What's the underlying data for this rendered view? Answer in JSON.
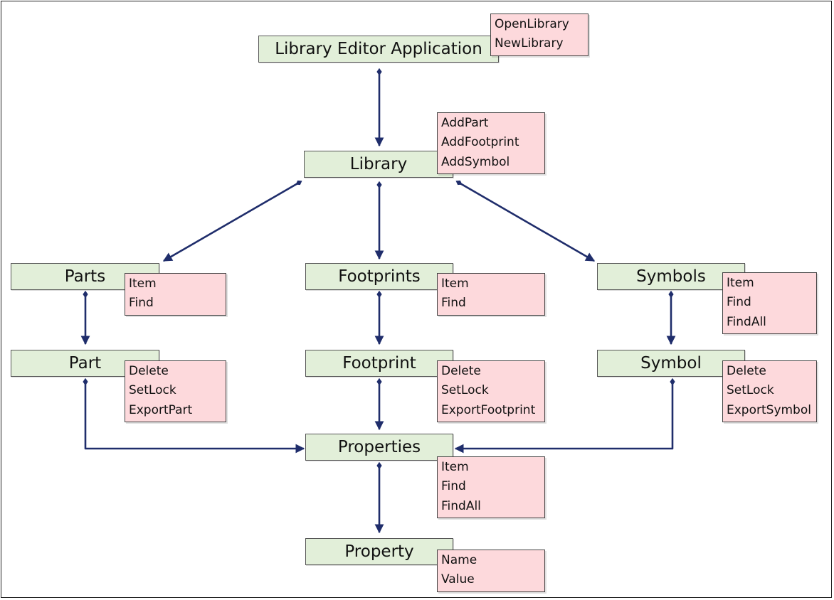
{
  "colors": {
    "node_fill": "#e2efd9",
    "method_fill": "#fdd9dc",
    "connector": "#1f2d6b"
  },
  "nodes": {
    "app": {
      "label": "Library Editor Application",
      "methods": [
        "OpenLibrary",
        "NewLibrary"
      ]
    },
    "library": {
      "label": "Library",
      "methods": [
        "AddPart",
        "AddFootprint",
        "AddSymbol"
      ]
    },
    "parts": {
      "label": "Parts",
      "methods": [
        "Item",
        "Find"
      ]
    },
    "footprints": {
      "label": "Footprints",
      "methods": [
        "Item",
        "Find"
      ]
    },
    "symbols": {
      "label": "Symbols",
      "methods": [
        "Item",
        "Find",
        "FindAll"
      ]
    },
    "part": {
      "label": "Part",
      "methods": [
        "Delete",
        "SetLock",
        "ExportPart"
      ]
    },
    "footprint": {
      "label": "Footprint",
      "methods": [
        "Delete",
        "SetLock",
        "ExportFootprint"
      ]
    },
    "symbol": {
      "label": "Symbol",
      "methods": [
        "Delete",
        "SetLock",
        "ExportSymbol"
      ]
    },
    "properties": {
      "label": "Properties",
      "methods": [
        "Item",
        "Find",
        "FindAll"
      ]
    },
    "property": {
      "label": "Property",
      "methods": [
        "Name",
        "Value"
      ]
    }
  },
  "connections": [
    {
      "from": "app",
      "to": "library"
    },
    {
      "from": "library",
      "to": "parts"
    },
    {
      "from": "library",
      "to": "footprints"
    },
    {
      "from": "library",
      "to": "symbols"
    },
    {
      "from": "parts",
      "to": "part"
    },
    {
      "from": "footprints",
      "to": "footprint"
    },
    {
      "from": "symbols",
      "to": "symbol"
    },
    {
      "from": "part",
      "to": "properties"
    },
    {
      "from": "footprint",
      "to": "properties"
    },
    {
      "from": "symbol",
      "to": "properties"
    },
    {
      "from": "properties",
      "to": "property"
    }
  ]
}
